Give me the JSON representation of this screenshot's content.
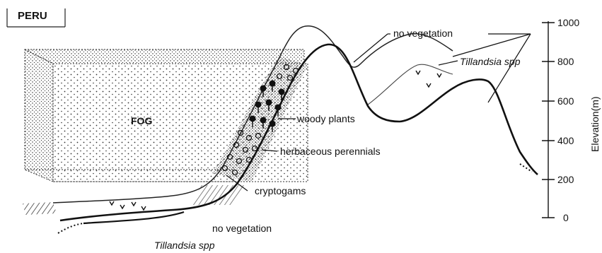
{
  "region_label": "PERU",
  "fog_label": "FOG",
  "labels": {
    "no_vegetation_top": "no vegetation",
    "tillandsia_top": "Tillandsia spp",
    "woody_plants": "woody plants",
    "herbaceous_perennials": "herbaceous perennials",
    "cryptogams": "cryptogams",
    "no_vegetation_bottom": "no vegetation",
    "tillandsia_bottom": "Tillandsia spp"
  },
  "axis": {
    "label": "Elevation(m)",
    "ticks": [
      "1000",
      "800",
      "600",
      "400",
      "200",
      "0"
    ]
  }
}
